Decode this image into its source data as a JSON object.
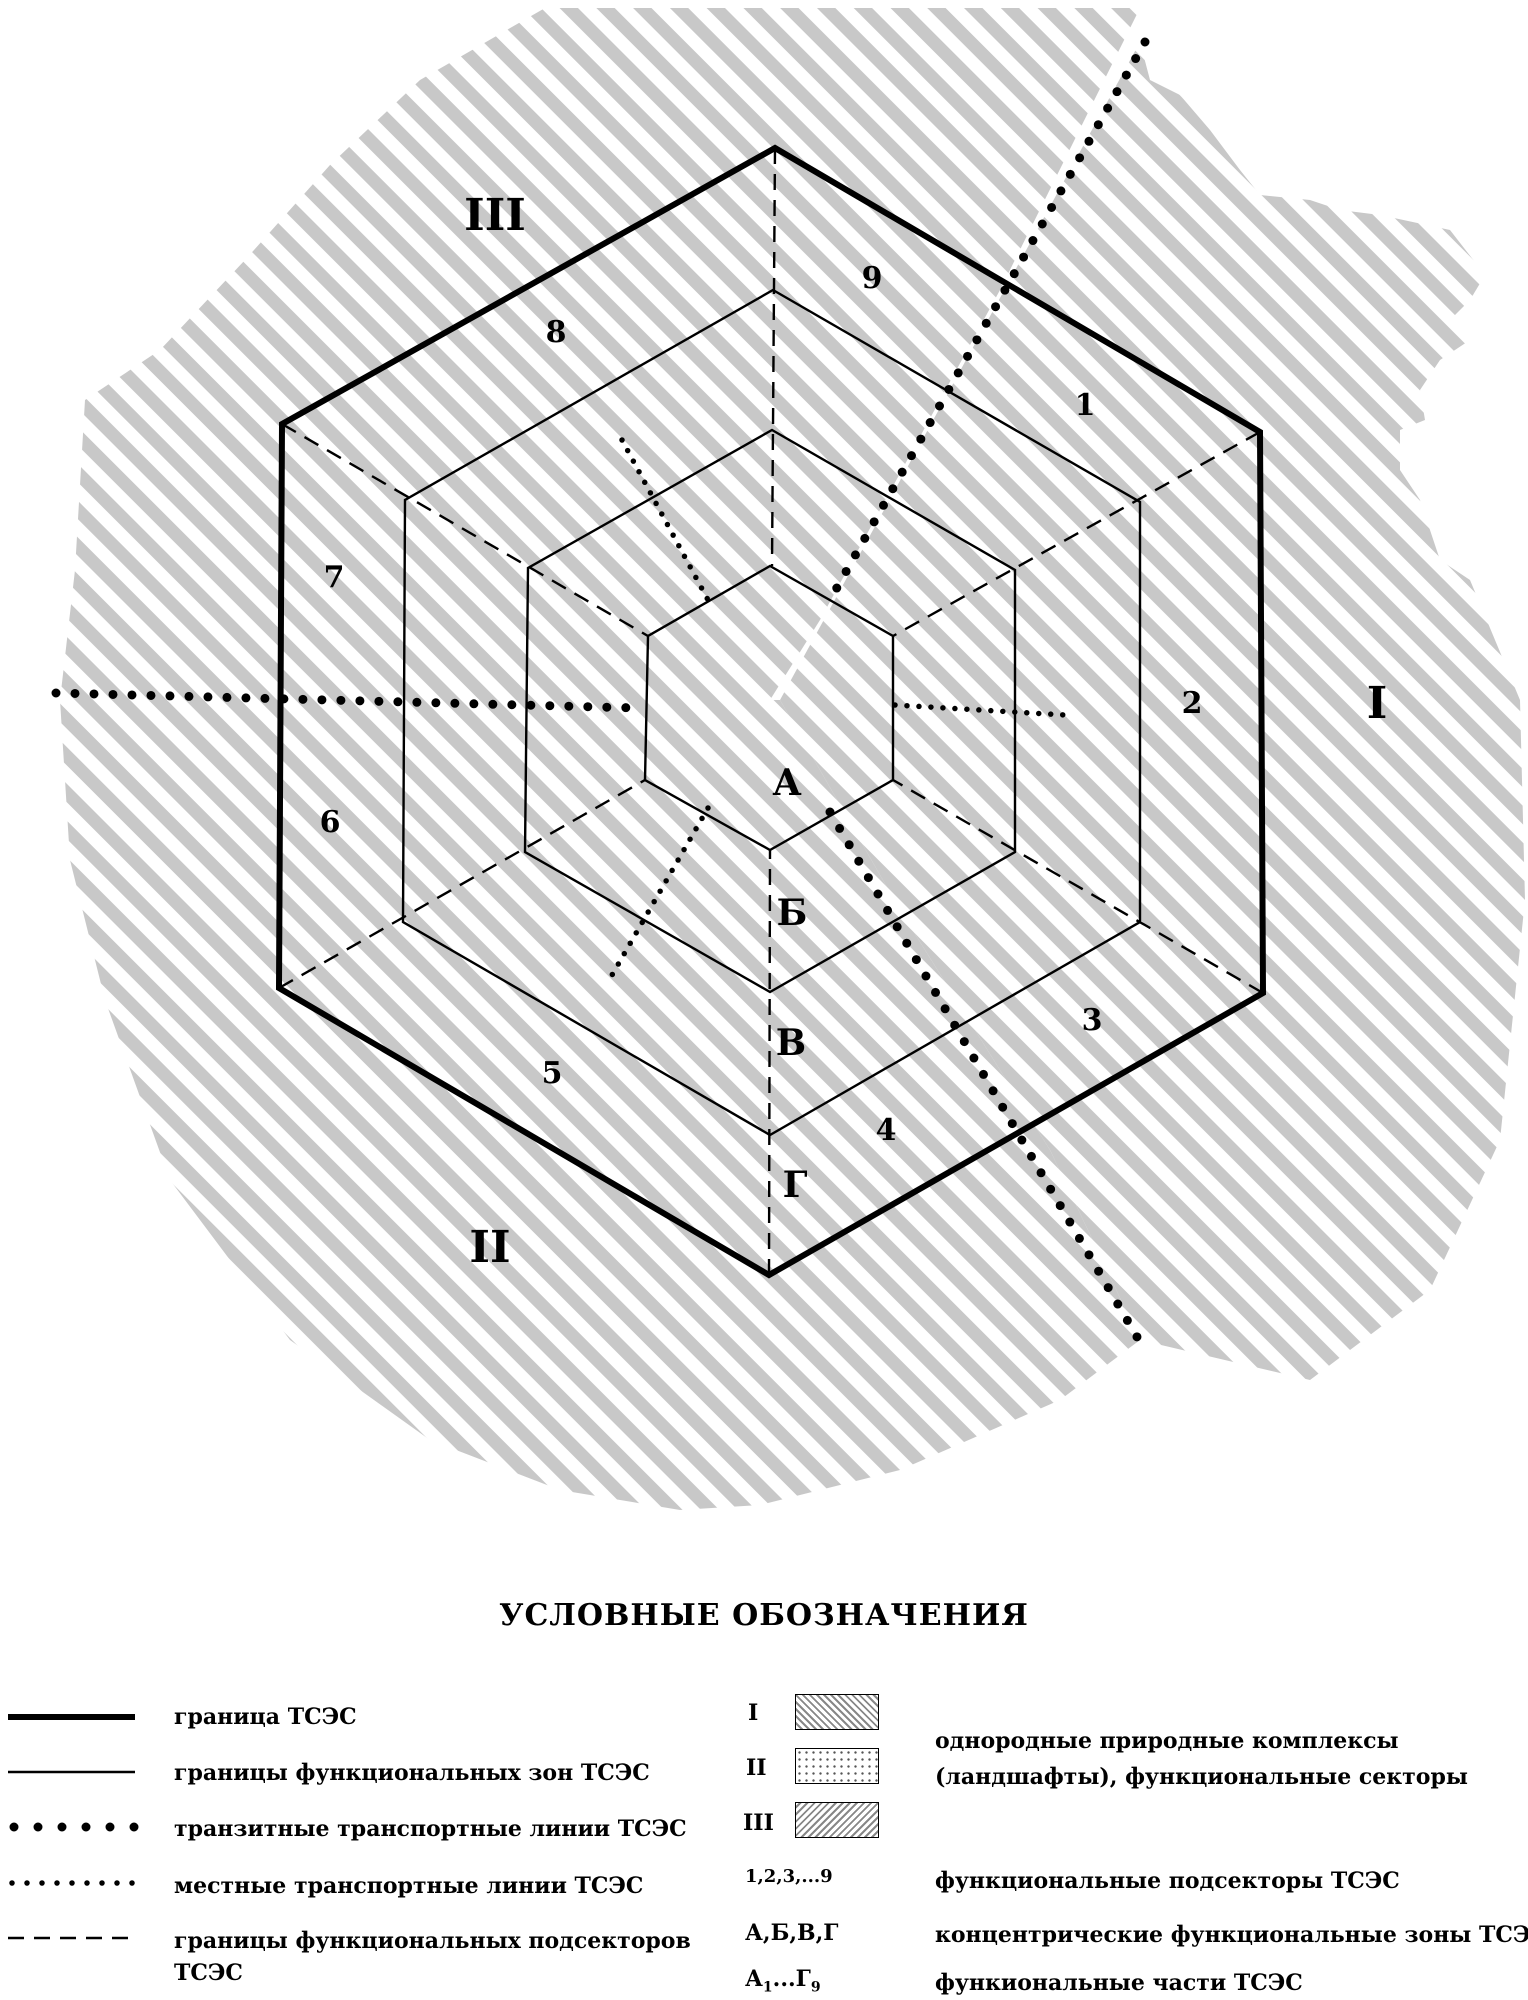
{
  "diagram": {
    "sectors": [
      "I",
      "II",
      "III"
    ],
    "subsectors": [
      "1",
      "2",
      "3",
      "4",
      "5",
      "6",
      "7",
      "8",
      "9"
    ],
    "zones": [
      "А",
      "Б",
      "В",
      "Г"
    ]
  },
  "legend": {
    "title": "УСЛОВНЫЕ  ОБОЗНАЧЕНИЯ",
    "left": [
      {
        "label": "граница ТСЭС"
      },
      {
        "label": "границы функциональных зон ТСЭС"
      },
      {
        "label": "транзитные транспортные линии ТСЭС"
      },
      {
        "label": "местные транспортные линии ТСЭС"
      },
      {
        "label": "границы функциональных подсекторов",
        "label2": "ТСЭС"
      }
    ],
    "right": {
      "swatch_labels": [
        "I",
        "II",
        "III"
      ],
      "complex_text_1": "однородные природные комплексы",
      "complex_text_2": "(ландшафты), функциональные секторы",
      "subsectors_key": "1,2,3,...9",
      "subsectors_text": "функциональные подсекторы ТСЭС",
      "zones_key": "А,Б,В,Г",
      "zones_text": "концентрические функциональные зоны ТСЭС",
      "parts_key_a": "А",
      "parts_sub_a": "1",
      "parts_mid": "...Г",
      "parts_sub_b": "9",
      "parts_text": "функиональные части ТСЭС"
    }
  }
}
